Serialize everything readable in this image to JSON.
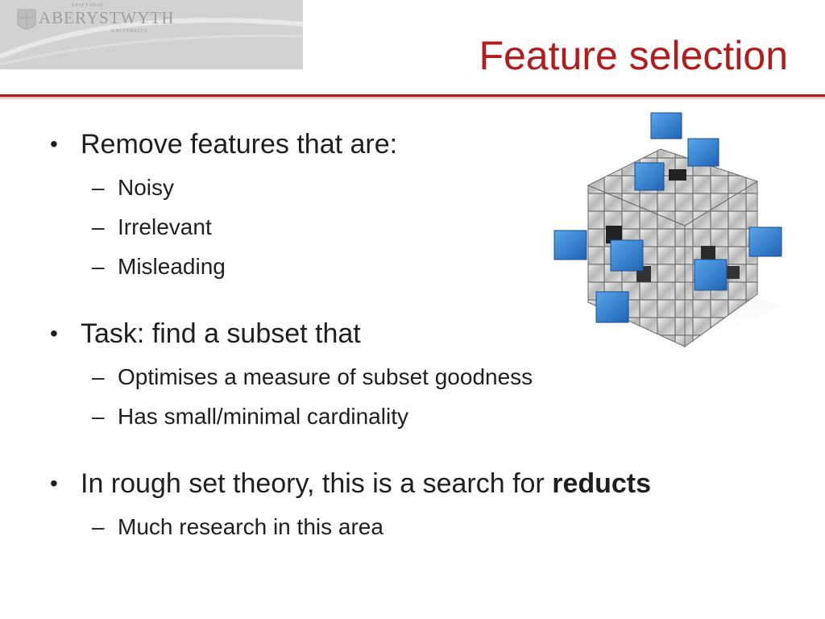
{
  "logo": {
    "top_text": "PRIFYSGOL",
    "name": "ABERYSTWYTH",
    "sub_text": "UNIVERSITY"
  },
  "slide": {
    "title": "Feature selection",
    "bullets": [
      {
        "text": "Remove features that are:",
        "subs": [
          "Noisy",
          "Irrelevant",
          "Misleading"
        ]
      },
      {
        "text": "Task: find a subset that",
        "subs": [
          "Optimises a measure of subset goodness",
          "Has small/minimal cardinality"
        ]
      },
      {
        "text_prefix": "In rough set theory, this is a search for ",
        "text_bold": "reducts",
        "subs": [
          "Much research in this area"
        ]
      }
    ]
  },
  "colors": {
    "title_red": "#b21c1c",
    "cube_blue": "#2f7fd3",
    "cube_silver": "#c8c8c8"
  },
  "icons": [
    "cube-illustration",
    "university-crest-icon"
  ]
}
